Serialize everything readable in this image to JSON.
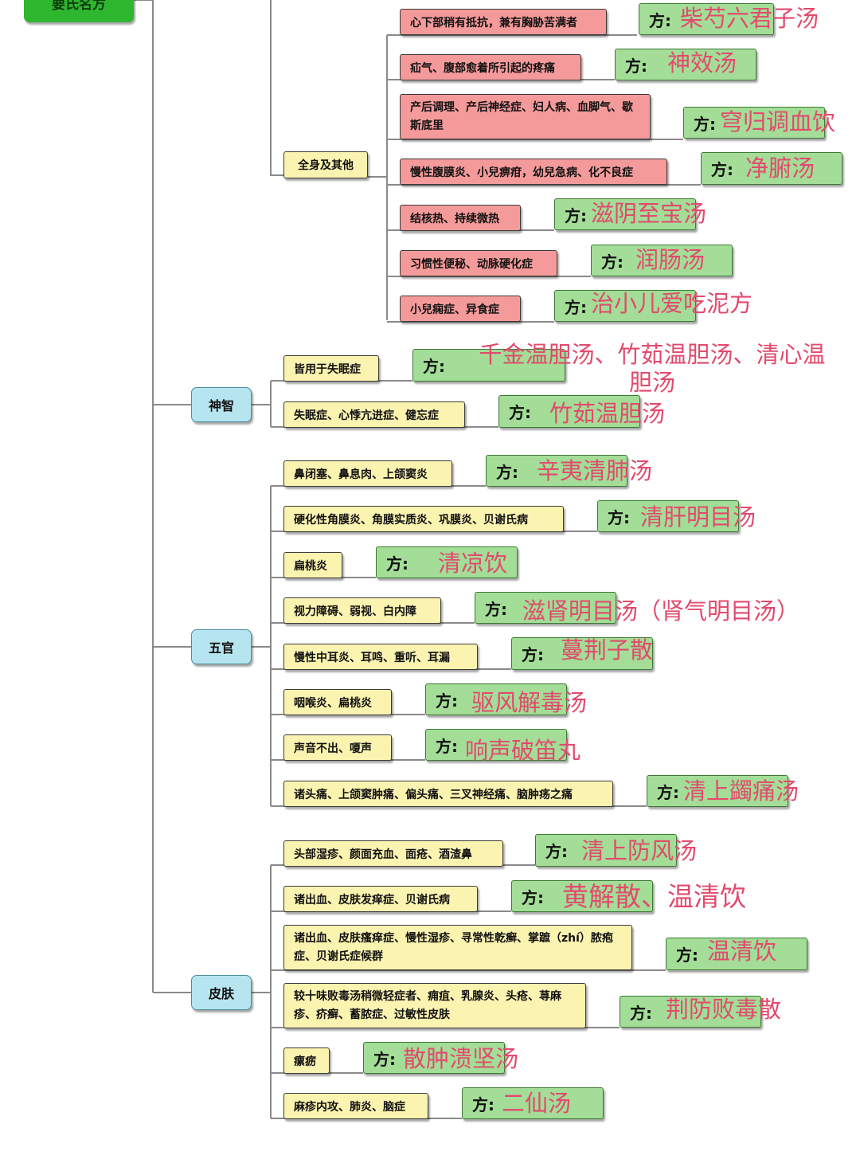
{
  "root": {
    "label": "要氏名方"
  },
  "categories": {
    "quanshen": "全身及其他",
    "shenzhi": "神智",
    "wuguan": "五官",
    "pifu": "皮肤"
  },
  "fang_label": "方:",
  "quanshen_items": [
    {
      "cond": "心下部稍有抵抗，兼有胸胁苦满者",
      "formula": "柴芍六君子汤"
    },
    {
      "cond": "疝气、腹部愈着所引起的疼痛",
      "formula": "神效汤"
    },
    {
      "cond": "产后调理、产后神经症、妇人病、血脚气、歇斯底里",
      "formula": "穹归调血饮"
    },
    {
      "cond": "慢性腹膜炎、小兒痹疳，幼兒急病、化不良症",
      "formula": "净腑汤"
    },
    {
      "cond": "结核热、持续微热",
      "formula": "滋阴至宝汤"
    },
    {
      "cond": "习惯性便秘、动脉硬化症",
      "formula": "润肠汤"
    },
    {
      "cond": "小兒痫症、异食症",
      "formula": "治小儿爱吃泥方"
    }
  ],
  "shenzhi_items": [
    {
      "cond": "皆用于失眠症",
      "formula": "千金温胆汤、竹茹温胆汤、清心温胆汤"
    },
    {
      "cond": "失眠症、心悸亢进症、健忘症",
      "formula": "竹茹温胆汤"
    }
  ],
  "wuguan_items": [
    {
      "cond": "鼻闭塞、鼻息肉、上颌窦炎",
      "formula": "辛夷清肺汤"
    },
    {
      "cond": "硬化性角膜炎、角膜实质炎、巩膜炎、贝谢氏病",
      "formula": "清肝明目汤"
    },
    {
      "cond": "扁桃炎",
      "formula": "清凉饮"
    },
    {
      "cond": "视力障碍、弱视、白内障",
      "formula": "滋肾明目汤（肾气明目汤）"
    },
    {
      "cond": "慢性中耳炎、耳鸣、重听、耳漏",
      "formula": "蔓荆子散"
    },
    {
      "cond": "咽喉炎、扁桃炎",
      "formula": "驱风解毒汤"
    },
    {
      "cond": "声音不出、嗄声",
      "formula": "响声破笛丸"
    },
    {
      "cond": "诸头痛、上颌窦肿痛、偏头痛、三叉神经痛、脑肿疡之痛",
      "formula": "清上蠲痛汤"
    }
  ],
  "pifu_items": [
    {
      "cond": "头部湿疹、颜面充血、面疮、酒渣鼻",
      "formula": "清上防风汤"
    },
    {
      "cond": "诸出血、皮肤发痒症、贝谢氏病",
      "formula": "黄解散、温清饮"
    },
    {
      "cond": "诸出血、皮肤瘙痒症、慢性湿疹、寻常性乾癣、掌蹠（zhí）脓疱症、贝谢氏症候群",
      "formula": "温清饮"
    },
    {
      "cond": "较十味败毒汤稍微轻症者、痈疽、乳腺炎、头疮、荨麻疹、疥癣、蓄脓症、过敏性皮肤",
      "formula": "荆防败毒散"
    },
    {
      "cond": "瘰疬",
      "formula": "散肿溃坚汤"
    },
    {
      "cond": "麻疹内攻、肺炎、脑症",
      "formula": "二仙汤"
    }
  ]
}
